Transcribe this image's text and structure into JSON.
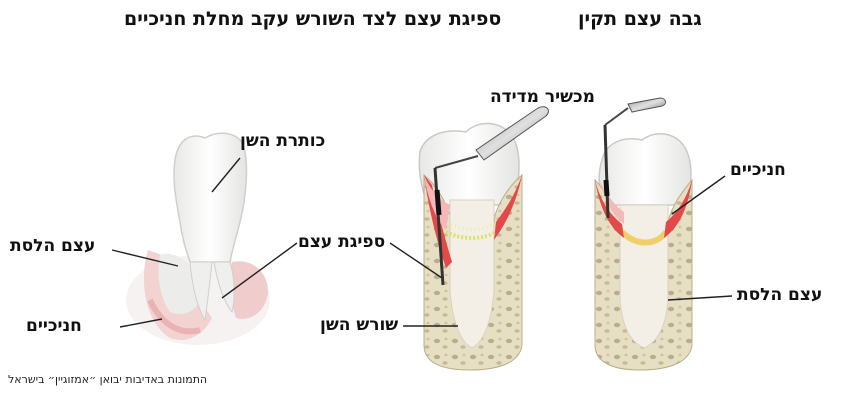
{
  "headers": {
    "normal_bone_height": "גבה עצם תקין",
    "bone_loss_title": "ספיגת עצם לצד השורש עקב מחלת חניכיים"
  },
  "labels": {
    "probe": "מכשיר מדידה",
    "crown": "כותרת השן",
    "gums_right": "חניכיים",
    "bone_resorption": "ספיגת עצם",
    "alveolar_bone_right": "עצם הלסת",
    "root": "שורש השן",
    "alveolar_bone_left": "עצם הלסת",
    "gums_left": "חניכיים"
  },
  "credit": "התמונות באדיבות יבואן ״אמזוגיין״ בישראל"
}
